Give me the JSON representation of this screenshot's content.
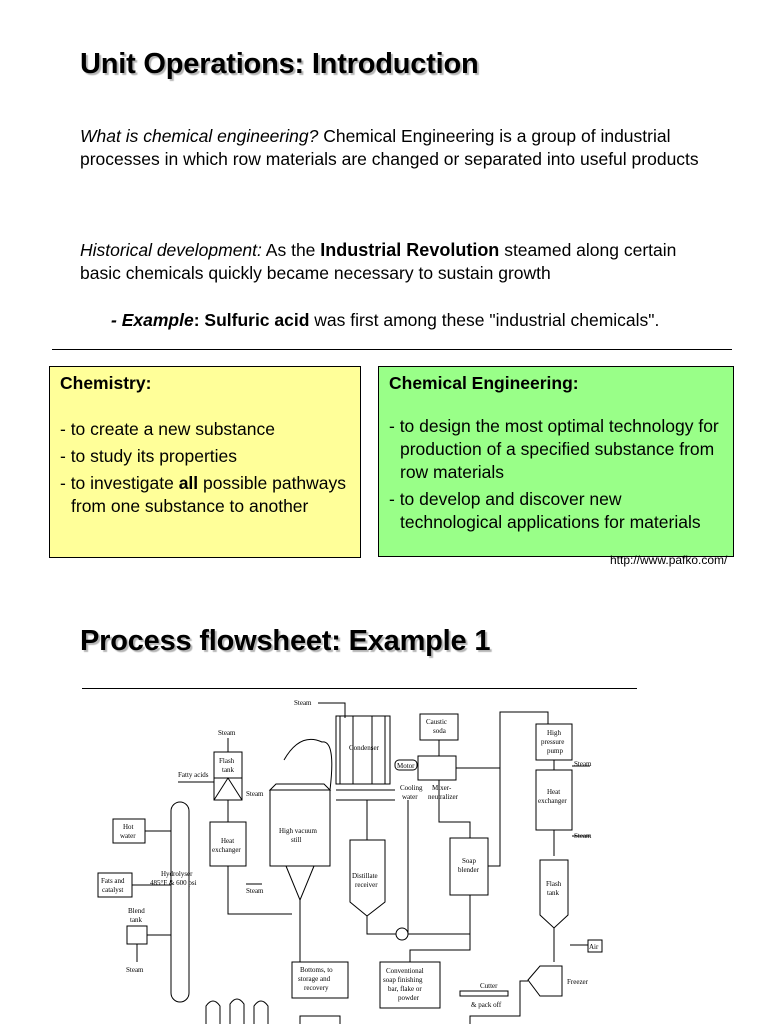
{
  "slide1": {
    "title": "Unit Operations: Introduction",
    "definition": {
      "question": "What is chemical engineering?",
      "answer": "Chemical Engineering is a group of industrial processes in which row materials are changed or separated into useful products"
    },
    "history": {
      "label": "Historical development:",
      "pre": "As the",
      "highlight": "Industrial Revolution",
      "post": "steamed along certain basic chemicals quickly became necessary to sustain growth"
    },
    "example": {
      "dash": "- ",
      "label": "Example",
      "colon": ": ",
      "subject": "Sulfuric acid",
      "rest": "was first among these \"industrial chemicals\"."
    },
    "chemistry_box": {
      "heading": "Chemistry:",
      "item1": "- to create a new substance",
      "item2": "- to study its properties",
      "item3_pre": "- to investigate",
      "item3_bold": "all",
      "item3_post": "possible pathways from one substance to another"
    },
    "chemeng_box": {
      "heading": "Chemical Engineering:",
      "item1": "- to design the most optimal technology for production of a specified substance from row materials",
      "item2": "- to develop and discover new technological applications for materials"
    },
    "source_url": "http://www.pafko.com/",
    "colors": {
      "chemistry_bg": "#ffff99",
      "chemeng_bg": "#99ff88",
      "title_shadow": "#b5b5b5"
    }
  },
  "slide2": {
    "title": "Process flowsheet: Example 1",
    "flowsheet": {
      "steam_top": "Steam",
      "steam_flash": "Steam",
      "flash_tank_1": "Flash",
      "flash_tank_2": "tank",
      "fatty_acids": "Fatty acids",
      "steam_he": "Steam",
      "condenser": "Condenser",
      "caustic_1": "Caustic",
      "caustic_2": "soda",
      "motor": "Motor",
      "cooling_1": "Cooling",
      "cooling_2": "water",
      "mixer_1": "Mixer-",
      "mixer_2": "neutralizer",
      "hp_pump_1": "High",
      "hp_pump_2": "pressure",
      "hp_pump_3": "pump",
      "steam_right1": "Steam",
      "he_right_1": "Heat",
      "he_right_2": "exchanger",
      "steam_right2": "Steam",
      "hot_water_1": "Hot",
      "hot_water_2": "water",
      "he_left_1": "Heat",
      "he_left_2": "exchanger",
      "hvs_1": "High vacuum",
      "hvs_2": "still",
      "hydrolyser_1": "Hydrolyser",
      "hydrolyser_2": "485°F & 600 psi",
      "steam_mid": "Steam",
      "distillate_1": "Distillate",
      "distillate_2": "receiver",
      "soap_blender_1": "Soap",
      "soap_blender_2": "blender",
      "flash_right_1": "Flash",
      "flash_right_2": "tank",
      "fats_1": "Fats and",
      "fats_2": "catalyst",
      "blend_1": "Blend",
      "blend_2": "tank",
      "air": "Air",
      "steam_bottom": "Steam",
      "bottoms_1": "Bottoms, to",
      "bottoms_2": "storage and",
      "bottoms_3": "recovery",
      "conv_1": "Conventional",
      "conv_2": "soap finishing",
      "conv_3": "bar, flake or",
      "conv_4": "powder",
      "cutter": "Cutter",
      "packoff": "& pack off",
      "freezer": "Freezer"
    }
  }
}
